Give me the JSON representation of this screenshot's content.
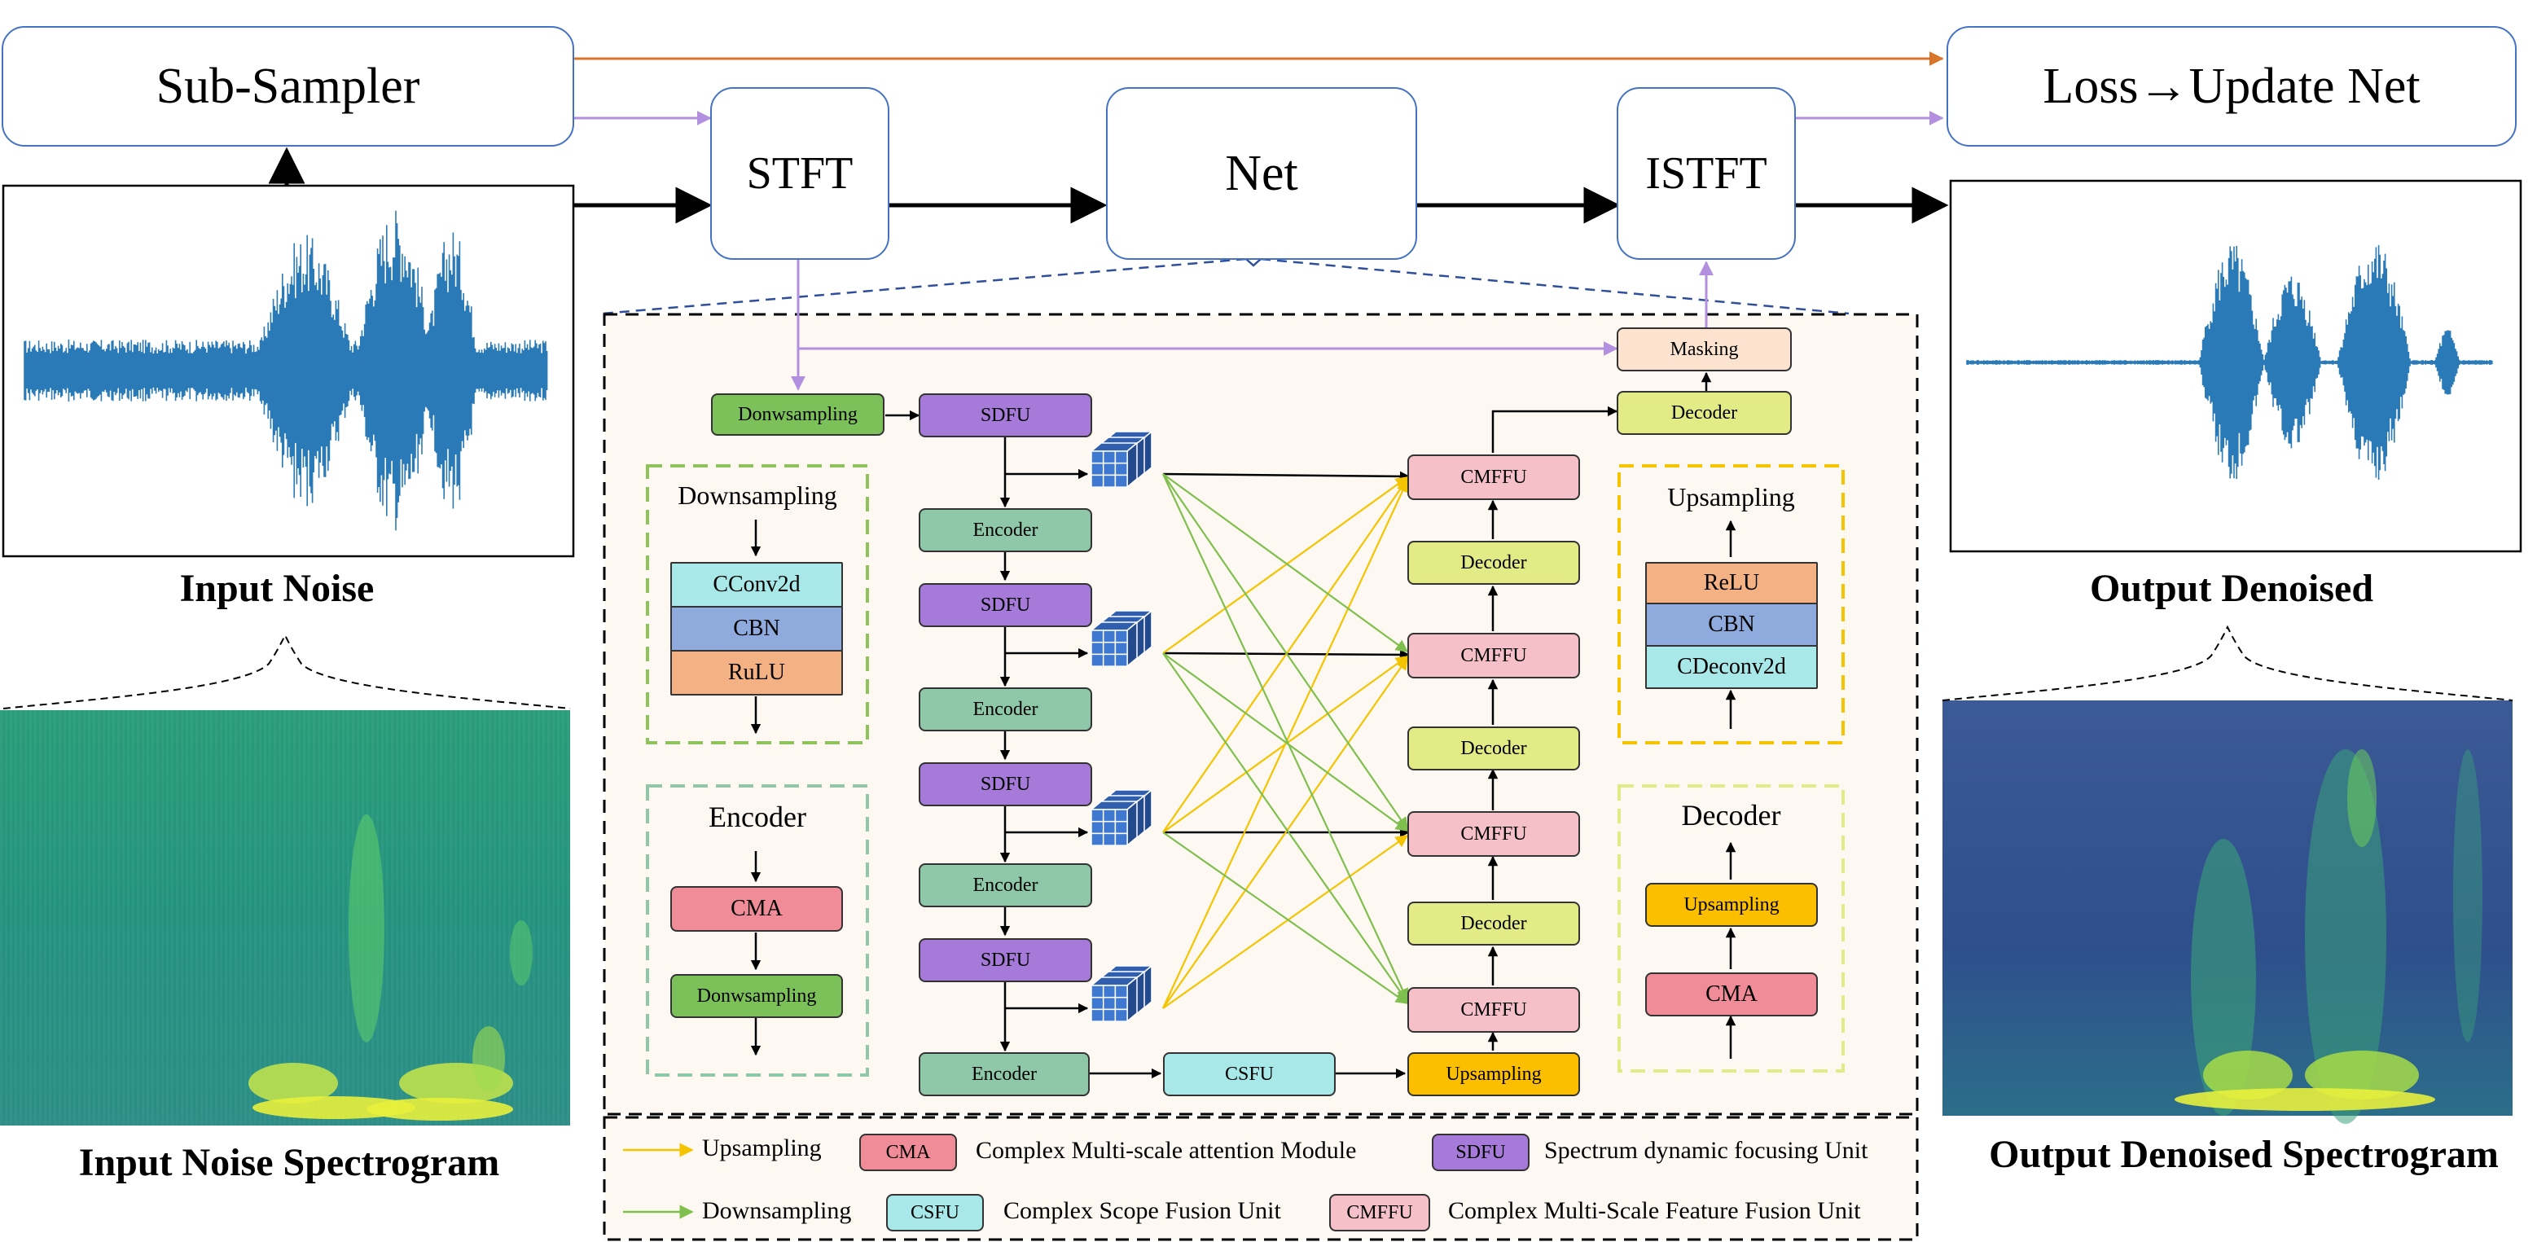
{
  "top": {
    "sub_sampler": "Sub-Sampler",
    "stft": "STFT",
    "net": "Net",
    "istft": "ISTFT",
    "loss": "Loss→Update Net"
  },
  "captions": {
    "input_noise": "Input Noise",
    "input_spectrogram": "Input Noise Spectrogram",
    "output_denoised": "Output Denoised",
    "output_spectrogram": "Output Denoised Spectrogram"
  },
  "net_detail": {
    "masking": "Masking",
    "decoder": "Decoder",
    "downsampling": "Donwsampling",
    "sdfu": "SDFU",
    "encoder": "Encoder",
    "cmffu": "CMFFU",
    "csfu": "CSFU",
    "upsampling": "Upsampling"
  },
  "insets": {
    "downsampling": {
      "title": "Downsampling",
      "layers": [
        "CConv2d",
        "CBN",
        "RuLU"
      ]
    },
    "encoder": {
      "title": "Encoder",
      "layers": [
        "CMA",
        "Donwsampling"
      ]
    },
    "upsampling": {
      "title": "Upsampling",
      "layers": [
        "ReLU",
        "CBN",
        "CDeconv2d"
      ]
    },
    "decoder": {
      "title": "Decoder",
      "layers": [
        "Upsampling",
        "CMA"
      ]
    }
  },
  "legend": {
    "upsampling_line": "Upsampling",
    "downsampling_line": "Downsampling",
    "cma_tag": "CMA",
    "cma_desc": "Complex Multi-scale attention Module",
    "sdfu_tag": "SDFU",
    "sdfu_desc": "Spectrum dynamic focusing Unit",
    "csfu_tag": "CSFU",
    "csfu_desc": "Complex Scope Fusion Unit",
    "cmffu_tag": "CMFFU",
    "cmffu_desc": "Complex Multi-Scale Feature Fusion Unit"
  },
  "colors": {
    "blue_border": "#4472c4",
    "purple_arrow": "#b38fe0",
    "orange_arrow": "#d9742b",
    "yellow_line": "#f5c400",
    "green_line": "#7fbf4d",
    "waveform": "#2a7ab8",
    "downsampling_fill": "#7cc05a",
    "sdfu_fill": "#a57ad8",
    "encoder_fill": "#8ec8a8",
    "cmffu_fill": "#f5c0c8",
    "decoder_fill": "#e2eb86",
    "masking_fill": "#fbe3d0",
    "csfu_fill": "#a8e8e8",
    "upsampling_fill": "#fbbf00",
    "cconv_fill": "#a8e8e8",
    "cbn_fill": "#8faadc",
    "relu_fill": "#f4b183",
    "cma_fill": "#f08c98",
    "net_panel_fill": "#fdf8f2"
  },
  "icons": [
    "cube-stack-icon"
  ]
}
